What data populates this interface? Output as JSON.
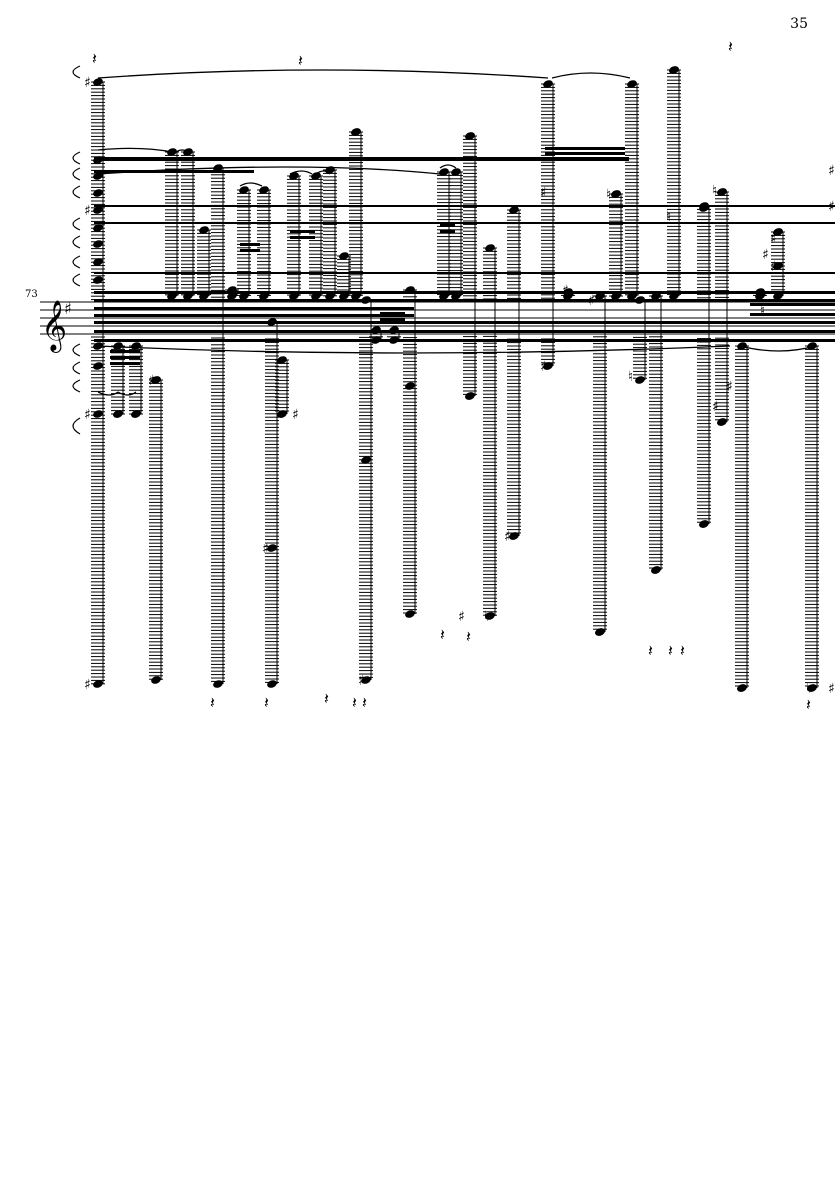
{
  "page": {
    "page_number": "35",
    "measure_number": "73"
  },
  "score": {
    "clef": "treble-clef",
    "key_signature": "G major (one sharp)",
    "color": "#000000"
  }
}
